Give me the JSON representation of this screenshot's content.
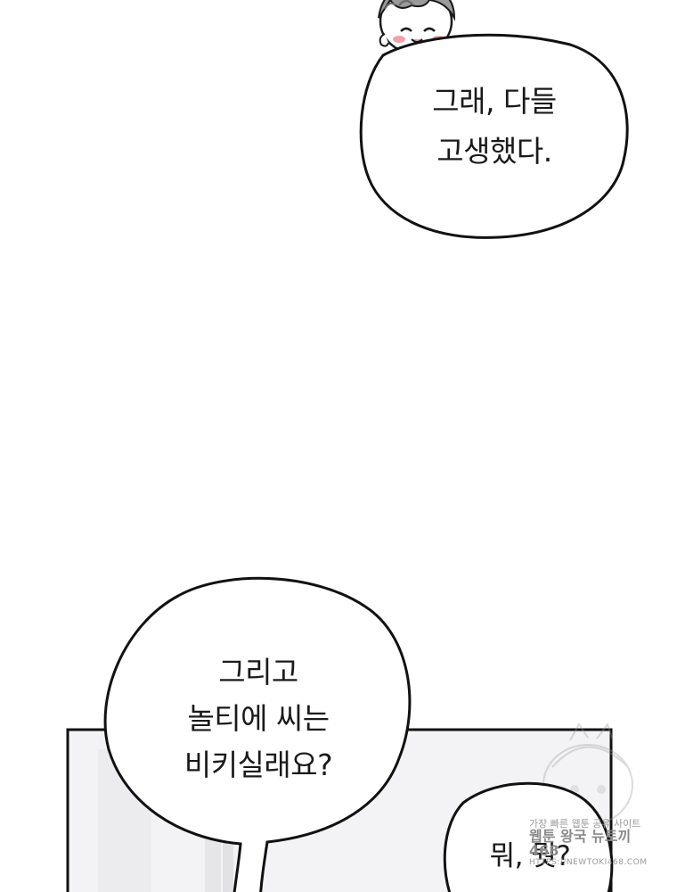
{
  "panels": [
    {
      "name": "panel-top",
      "bubble_lines": [
        "그래, 다들",
        "고생했다."
      ]
    },
    {
      "name": "panel-bottom",
      "bubble_lines": [
        "그리고",
        "놀티에 씨는",
        "비키실래요?"
      ]
    },
    {
      "name": "panel-bottom-right",
      "bubble_lines": [
        "뭐, 뭣?"
      ]
    }
  ],
  "watermark": {
    "line1": "가장 빠른 웹툰 공유 사이트",
    "line2": "웹툰 왕국 뉴토끼468",
    "line3": "HTTPS://NEWTOKI468.COM"
  },
  "colors": {
    "ink": "#1a1a1a",
    "blush": "#f4a0a8",
    "hair": "#8c8c8c"
  }
}
